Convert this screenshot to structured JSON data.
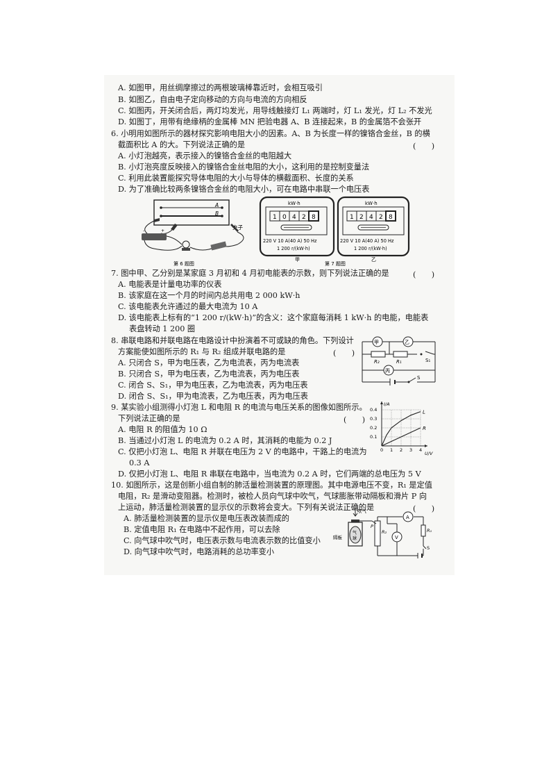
{
  "q5": {
    "a": "A. 如图甲，用丝绸摩擦过的两根玻璃棒靠近时，会相互吸引",
    "b": "B. 如图乙，自由电子定向移动的方向与电流的方向相反",
    "c": "C. 如图丙，开关闭合后，两灯均发光，用导线触接灯 L₁ 两端时，灯 L₁ 发光，灯 L₂ 不发光",
    "d": "D. 如图丁，用带有绝缘柄的金属棒 MN 把验电器 A、B 连接起来，B 的金属箔不会张开"
  },
  "q6": {
    "stem1": "6. 小明用如图所示的器材探究影响电阻大小的因素。A、B 为长度一样的镍铬合金丝，B 的横",
    "stem2": "截面积比 A 的大。下列说法正确的是",
    "bracket": "(　　)",
    "a": "A. 小灯泡越亮，表示接入的镍铬合金丝的电阻越大",
    "b": "B. 小灯泡亮度反映接入的镍铬合金丝电阻的大小，这利用的是控制变量法",
    "c": "C. 利用此装置能探究导体电阻的大小与导体的横截面积、长度的关系",
    "d": "D. 为了准确比较两条镍铬合金丝的电阻大小，可在电路中串联一个电压表"
  },
  "fig6": {
    "label_a": "A",
    "label_b": "B",
    "clip": "夹子",
    "caption": "第 6 题图"
  },
  "fig7": {
    "unit": "kW·h",
    "meter_jia_digits": [
      "1",
      "0",
      "4",
      "2",
      "8"
    ],
    "meter_yi_digits": [
      "1",
      "2",
      "4",
      "2",
      "8"
    ],
    "spec1": "220 V 10 A(40 A) 50 Hz",
    "spec2": "1 200 r/(kW·h)",
    "label_jia": "甲",
    "label_yi": "乙",
    "caption": "第 7 题图"
  },
  "q7": {
    "stem": "7. 图中甲、乙分别是某家庭 3 月初和 4 月初电能表的示数，则下列说法正确的是",
    "bracket": "(　　)",
    "a": "A. 电能表是计量电功率的仪表",
    "b": "B. 该家庭在这一个月的时间内总共用电 2 000 kW·h",
    "c": "C. 该电能表允许通过的最大电流为 10 A",
    "d1": "D. 该电能表上标有的“1 200 r/(kW·h)”的含义：这个家庭每消耗 1 kW·h 的电能，电能表",
    "d2": "表盘转动 1 200 圈"
  },
  "q8": {
    "stem1": "8. 串联电路和并联电路在电路设计中扮演着不可或缺的角色。下列设计",
    "stem2": "方案能使如图所示的 R₁ 与 R₂ 组成并联电路的是",
    "bracket": "(　　)",
    "a": "A. 只闭合 S，甲为电压表，乙为电流表，丙为电流表",
    "b": "B. 只闭合 S，甲为电压表，乙为电流表，丙为电压表",
    "c": "C. 闭合 S、S₁，甲为电压表，乙为电流表，丙为电压表",
    "d": "D. 闭合 S、S₁，甲为电流表，乙为电压表，丙为电压表",
    "fig": {
      "jia": "甲",
      "yi": "乙",
      "bing": "丙",
      "r1": "R₁",
      "r2": "R₂",
      "s": "S",
      "s1": "S₁"
    }
  },
  "q9": {
    "stem1": "9. 某实验小组测得小灯泡 L 和电阻 R 的电流与电压关系的图像如图所示。",
    "stem2": "下列说法正确的是",
    "bracket": "(　　)",
    "a": "A. 电阻 R 的阻值为 10 Ω",
    "b": "B. 当通过小灯泡 L 的电流为 0.2 A 时，其消耗的电能为 0.2 J",
    "c1": "C. 仅把小灯泡 L、电阻 R 并联在电压为 2 V 的电路中，干路上的电流为",
    "c2": "0.3 A",
    "d": "D. 仅把小灯泡 L、电阻 R 串联在电路中，当电流为 0.2 A 时，它们两端的总电压为 5 V"
  },
  "chart_data": {
    "type": "line",
    "xlabel": "U/V",
    "ylabel": "I/A",
    "xticks": [
      "0",
      "1",
      "2",
      "3",
      "4"
    ],
    "yticks": [
      "0.1",
      "0.2",
      "0.3",
      "0.4"
    ],
    "xlim": [
      0,
      4
    ],
    "ylim": [
      0,
      0.4
    ],
    "grid": true,
    "series": [
      {
        "name": "L",
        "x": [
          0,
          0.5,
          1,
          2,
          3,
          4
        ],
        "y": [
          0,
          0.12,
          0.2,
          0.28,
          0.34,
          0.38
        ]
      },
      {
        "name": "R",
        "x": [
          0,
          1,
          2,
          3,
          4
        ],
        "y": [
          0,
          0.05,
          0.1,
          0.15,
          0.2
        ]
      }
    ]
  },
  "q10": {
    "stem1": "10. 如图所示，这是创新小组自制的肺活量检测装置的原理图。其中电源电压不变，R₁ 是定值",
    "stem2": "电阻，R₂ 是滑动变阻器。检测时，被检人员向气球中吹气，气球膨胀带动隔板和滑片 P 向",
    "stem3": "上运动，肺活量检测装置的显示仪的示数将会变大。下列有关说法正确的是",
    "bracket": "(　　)",
    "a": "A. 肺活量检测装置的显示仪是电压表改装而成的",
    "b": "B. 定值电阻 R₁ 在电路中不起作用，可以去除",
    "c": "C. 向气球中吹气时，电压表示数与电流表示数的比值变小",
    "d": "D. 向气球中吹气时，电路消耗的总功率变小",
    "fig": {
      "blow": "吹气",
      "partition": "隔板",
      "balloon1": "气",
      "balloon2": "球",
      "p": "P",
      "r2": "R₂",
      "r1": "R₁",
      "a": "A",
      "v": "V",
      "s": "S"
    }
  }
}
